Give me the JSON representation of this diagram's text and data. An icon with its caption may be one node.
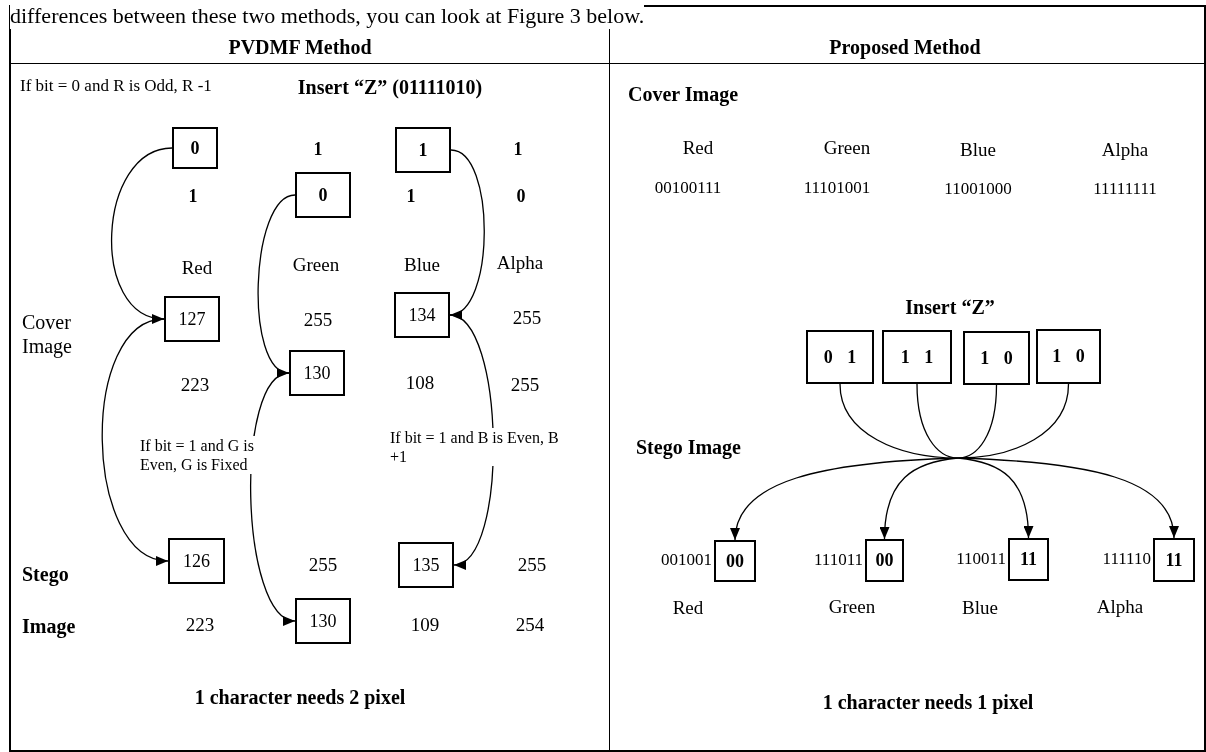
{
  "diagram": {
    "nodes": [
      {
        "text": [
          "0"
        ]
      },
      {
        "text": [
          "0"
        ]
      },
      {
        "text": [
          "1"
        ]
      },
      {
        "text": [
          "127"
        ]
      },
      {
        "text": [
          "130"
        ]
      },
      {
        "text": [
          "134"
        ]
      },
      {
        "text": [
          "126"
        ]
      },
      {
        "text": [
          "130"
        ]
      },
      {
        "text": [
          "135"
        ]
      },
      {
        "text": [
          "0 1"
        ]
      },
      {
        "text": [
          "1 1"
        ]
      },
      {
        "text": [
          "1 0"
        ]
      },
      {
        "text": [
          "1 0"
        ]
      },
      {
        "text": [
          "00"
        ],
        "beside": [
          "001001"
        ]
      },
      {
        "text": [
          "00"
        ],
        "beside": [
          "111011"
        ]
      },
      {
        "text": [
          "11"
        ],
        "beside": [
          "110011"
        ]
      },
      {
        "text": [
          "11"
        ],
        "beside": [
          "111110"
        ]
      }
    ],
    "edges": [
      {
        "from": 0,
        "to": 3,
        "arrow": "to"
      },
      {
        "from": 3,
        "to": 6,
        "arrow": "to"
      },
      {
        "from": 1,
        "to": 4,
        "arrow": "to"
      },
      {
        "from": 4,
        "to": 7,
        "arrow": "to"
      },
      {
        "from": 2,
        "to": 5,
        "arrow": "to"
      },
      {
        "from": 5,
        "to": 8,
        "arrow": "to"
      },
      {
        "from": 9,
        "to": 13,
        "arrow": "to"
      },
      {
        "from": 10,
        "to": 14,
        "arrow": "to"
      },
      {
        "from": 11,
        "to": 15,
        "arrow": "to"
      },
      {
        "from": 12,
        "to": 16,
        "arrow": "to"
      }
    ],
    "labels": [
      "differences between these two methods, you can look at Figure 3 below.",
      "PVDMF Method",
      "Proposed Method",
      "If bit = 0 and R is Odd, R -1",
      "Insert “Z” (01111010)",
      "1",
      "1",
      "1",
      "1",
      "0",
      "Red",
      "Green",
      "Blue",
      "Alpha",
      "Cover Image",
      "255",
      "255",
      "223",
      "108",
      "255",
      "If bit = 1 and G is Even, G is Fixed",
      "If bit = 1 and B is Even, B +1",
      "Stego Image",
      "255",
      "255",
      "223",
      "109",
      "254",
      "1 character needs 2 pixel",
      "Cover Image",
      "Red",
      "Green",
      "Blue",
      "Alpha",
      "00100111",
      "11101001",
      "11001000",
      "11111111",
      "Insert “Z”",
      "Stego Image",
      "Red",
      "Green",
      "Blue",
      "Alpha",
      "1 character needs 1 pixel"
    ]
  }
}
